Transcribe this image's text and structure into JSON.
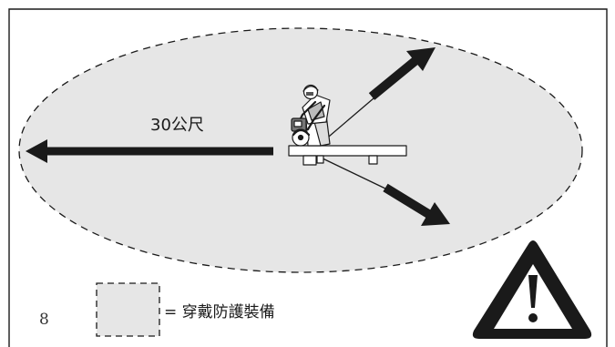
{
  "diagram": {
    "distance_label": "30公尺",
    "figure_number": "8",
    "legend_text": "= 穿戴防護裝備",
    "icons": [
      "operator-with-cutoff-saw-icon",
      "warning-triangle-icon"
    ],
    "colors": {
      "zone_fill": "#e6e6e6",
      "line": "#1a1a1a",
      "background": "#ffffff"
    }
  }
}
